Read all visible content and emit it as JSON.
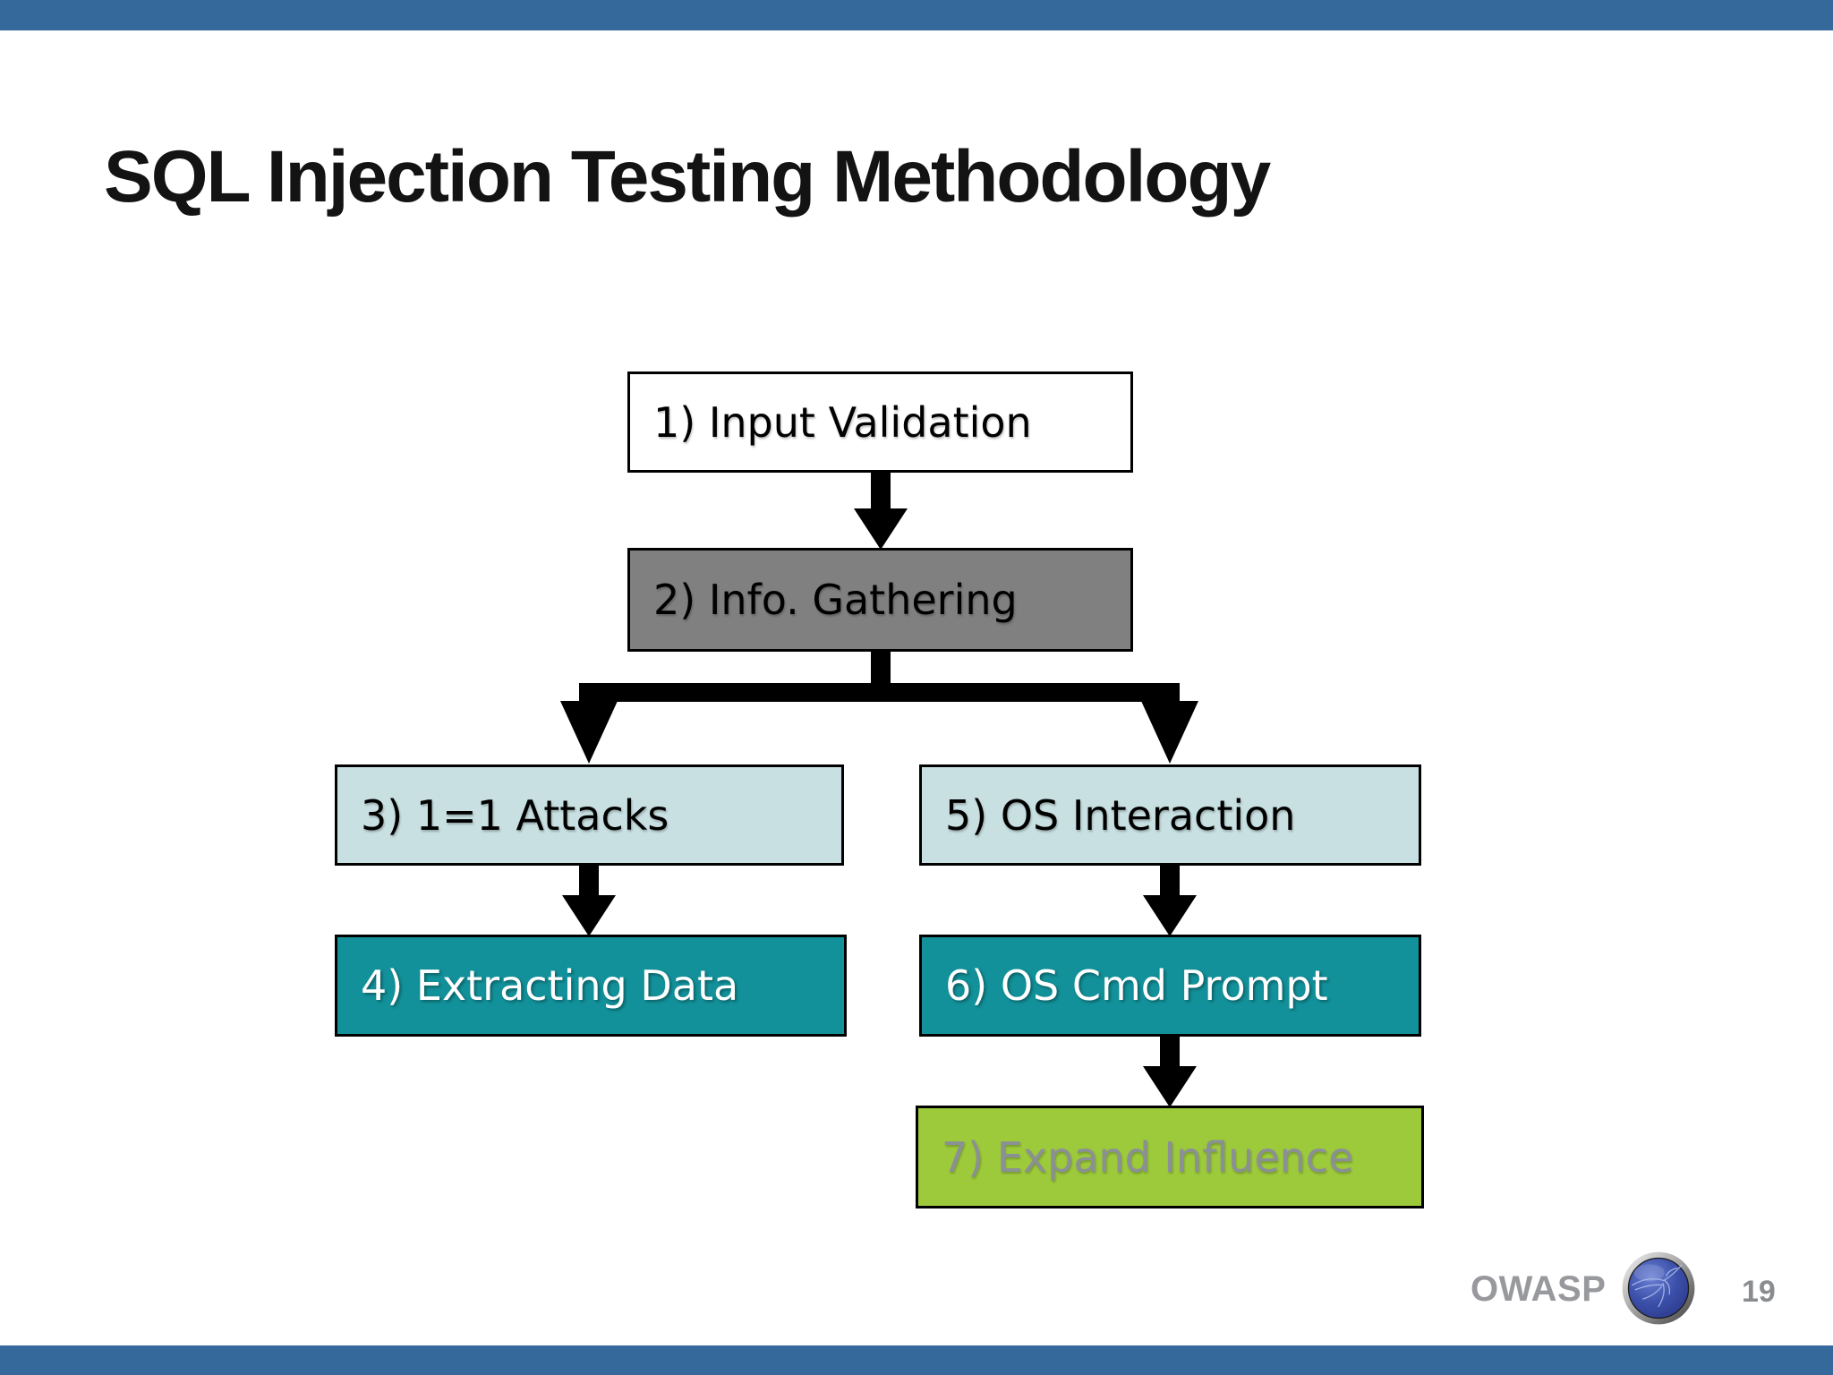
{
  "slide": {
    "title": "SQL Injection Testing Methodology",
    "footer_brand": "OWASP",
    "page_number": "19"
  },
  "flowchart": {
    "type": "flowchart",
    "nodes": [
      {
        "id": "1",
        "label": "1) Input Validation",
        "fill": "#FFFFFF",
        "text_color": "#000000"
      },
      {
        "id": "2",
        "label": "2) Info. Gathering",
        "fill": "#808080",
        "text_color": "#000000"
      },
      {
        "id": "3",
        "label": "3) 1=1 Attacks",
        "fill": "#C8E0E2",
        "text_color": "#000000"
      },
      {
        "id": "4",
        "label": "4) Extracting Data",
        "fill": "#12919A",
        "text_color": "#FFFFFF"
      },
      {
        "id": "5",
        "label": "5) OS Interaction",
        "fill": "#C8E0E2",
        "text_color": "#000000"
      },
      {
        "id": "6",
        "label": "6) OS Cmd Prompt",
        "fill": "#12919A",
        "text_color": "#FFFFFF"
      },
      {
        "id": "7",
        "label": "7) Expand Influence",
        "fill": "#9CCA3B",
        "text_color": "#8A9095"
      }
    ],
    "edges": [
      {
        "from": "1",
        "to": "2"
      },
      {
        "from": "2",
        "to": "3"
      },
      {
        "from": "2",
        "to": "5"
      },
      {
        "from": "3",
        "to": "4"
      },
      {
        "from": "5",
        "to": "6"
      },
      {
        "from": "6",
        "to": "7"
      }
    ]
  },
  "colors": {
    "accent_bar": "#35689B",
    "node_white": "#FFFFFF",
    "node_gray": "#808080",
    "node_lightblue": "#C8E0E2",
    "node_teal": "#12919A",
    "node_green": "#9CCA3B",
    "green_node_text": "#8A9095",
    "footer_text": "#97999C",
    "arrow": "#000000"
  },
  "icons": {
    "owasp_logo": "owasp-wasp-globe-icon"
  }
}
